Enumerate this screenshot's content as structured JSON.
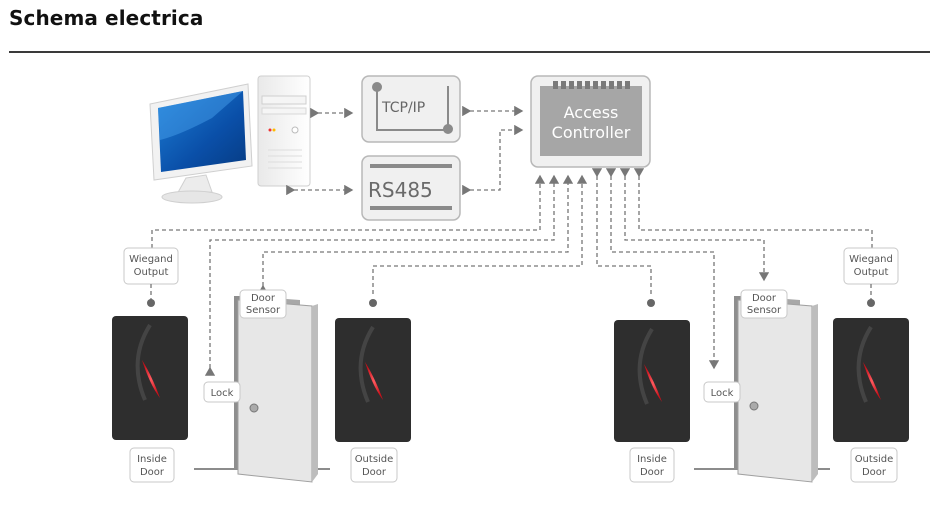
{
  "page": {
    "title": "Schema electrica"
  },
  "diagram": {
    "tcpip_label": "TCP/IP",
    "rs485_label": "RS485",
    "controller_label_line1": "Access",
    "controller_label_line2": "Controller",
    "wiegand_line1": "Wiegand",
    "wiegand_line2": "Output",
    "door_sensor_line1": "Door",
    "door_sensor_line2": "Sensor",
    "lock_label": "Lock",
    "inside_line1": "Inside",
    "inside_line2": "Door",
    "outside_line1": "Outside",
    "outside_line2": "Door"
  },
  "colors": {
    "box_border": "#b8b8b8",
    "box_fill": "#f0f0f0",
    "reader_body": "#2e2e2e",
    "reader_led": "#e3212b",
    "connector": "#777777"
  }
}
